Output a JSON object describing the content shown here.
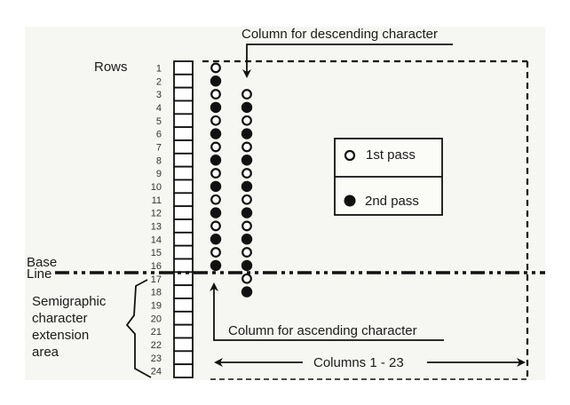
{
  "labels": {
    "rows": "Rows",
    "base_line_1": "Base",
    "base_line_2": "Line",
    "semigraphic_lines": [
      "Semigraphic",
      "character",
      "extension",
      "area"
    ],
    "descending_column": "Column for descending character",
    "ascending_column": "Column for ascending character",
    "columns_range": "Columns 1 - 23"
  },
  "legend": {
    "items": [
      {
        "symbol": "open-dot",
        "label": "1st pass"
      },
      {
        "symbol": "filled-dot",
        "label": "2nd pass"
      }
    ]
  },
  "rows": {
    "count": 24,
    "numbers": [
      "1",
      "2",
      "3",
      "4",
      "5",
      "6",
      "7",
      "8",
      "9",
      "10",
      "11",
      "12",
      "13",
      "14",
      "15",
      "16",
      "17",
      "18",
      "19",
      "20",
      "21",
      "22",
      "23",
      "24"
    ],
    "baseline_after_row": 16
  },
  "dot_columns": [
    {
      "name": "ascending-column",
      "rows": [
        1,
        2,
        3,
        4,
        5,
        6,
        7,
        8,
        9,
        10,
        11,
        12,
        13,
        14,
        15,
        16
      ],
      "pass": [
        1,
        2,
        1,
        2,
        1,
        2,
        1,
        2,
        1,
        2,
        1,
        2,
        1,
        2,
        1,
        2
      ]
    },
    {
      "name": "descending-column",
      "rows": [
        3,
        4,
        5,
        6,
        7,
        8,
        9,
        10,
        11,
        12,
        13,
        14,
        15,
        16,
        17,
        18
      ],
      "pass": [
        1,
        2,
        1,
        2,
        1,
        2,
        1,
        2,
        1,
        2,
        1,
        2,
        1,
        2,
        1,
        2
      ]
    }
  ],
  "colors": {
    "background_panel": "#f6f6f2",
    "ink": "#111111"
  }
}
